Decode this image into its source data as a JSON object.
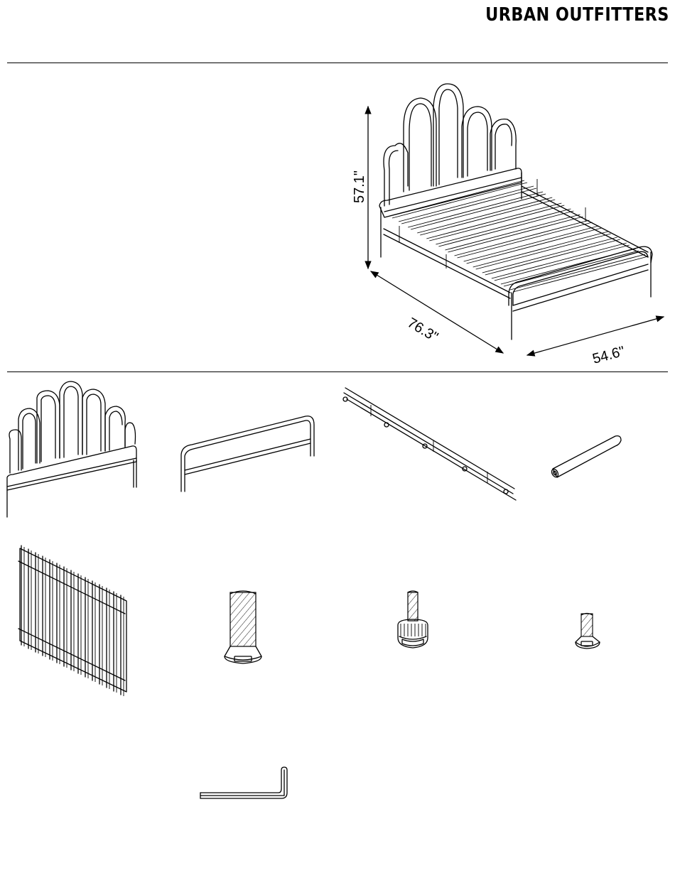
{
  "header": {
    "brand": "URBAN OUTFITTERS"
  },
  "dimensions": {
    "height": "57.1\"",
    "length": "76.3\"",
    "width": "54.6\""
  },
  "icons": {
    "assembled_bed": "bed-frame-assembled-icon",
    "headboard": "headboard-icon",
    "footboard": "footboard-icon",
    "side_rail": "side-rail-icon",
    "support_leg": "support-leg-icon",
    "slats": "slats-icon",
    "bolt": "bolt-icon",
    "adjustable_foot": "adjustable-foot-icon",
    "short_bolt": "short-bolt-icon",
    "allen_key": "allen-key-icon"
  }
}
